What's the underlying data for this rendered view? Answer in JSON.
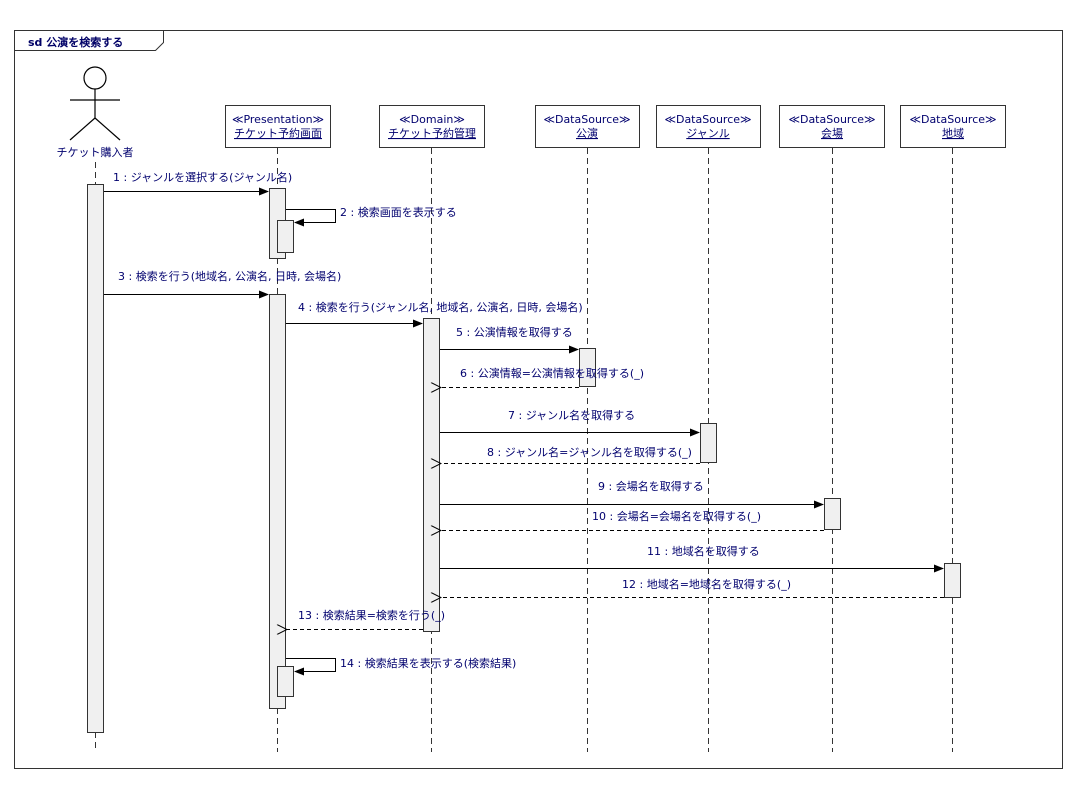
{
  "frame": {
    "title": "sd 公演を検索する"
  },
  "actor": {
    "name": "チケット購入者"
  },
  "lifelines": [
    {
      "id": "presentation",
      "stereotype": "≪Presentation≫",
      "name": "チケット予約画面"
    },
    {
      "id": "domain",
      "stereotype": "≪Domain≫",
      "name": "チケット予約管理"
    },
    {
      "id": "ds_kouen",
      "stereotype": "≪DataSource≫",
      "name": "公演"
    },
    {
      "id": "ds_genre",
      "stereotype": "≪DataSource≫",
      "name": "ジャンル"
    },
    {
      "id": "ds_kaijou",
      "stereotype": "≪DataSource≫",
      "name": "会場"
    },
    {
      "id": "ds_chiiki",
      "stereotype": "≪DataSource≫",
      "name": "地域"
    }
  ],
  "messages": [
    {
      "label": "1 : ジャンルを選択する(ジャンル名)",
      "kind": "sync"
    },
    {
      "label": "2 : 検索画面を表示する",
      "kind": "self"
    },
    {
      "label": "3 : 検索を行う(地域名, 公演名, 日時, 会場名)",
      "kind": "sync"
    },
    {
      "label": "4 : 検索を行う(ジャンル名, 地域名, 公演名, 日時, 会場名)",
      "kind": "sync"
    },
    {
      "label": "5 : 公演情報を取得する",
      "kind": "sync"
    },
    {
      "label": "6 : 公演情報=公演情報を取得する(_)",
      "kind": "return"
    },
    {
      "label": "7 : ジャンル名を取得する",
      "kind": "sync"
    },
    {
      "label": "8 : ジャンル名=ジャンル名を取得する(_)",
      "kind": "return"
    },
    {
      "label": "9 : 会場名を取得する",
      "kind": "sync"
    },
    {
      "label": "10 : 会場名=会場名を取得する(_)",
      "kind": "return"
    },
    {
      "label": "11 : 地域名を取得する",
      "kind": "sync"
    },
    {
      "label": "12 : 地域名=地域名を取得する(_)",
      "kind": "return"
    },
    {
      "label": "13 : 検索結果=検索を行う(_)",
      "kind": "return"
    },
    {
      "label": "14 : 検索結果を表示する(検索結果)",
      "kind": "self"
    }
  ]
}
